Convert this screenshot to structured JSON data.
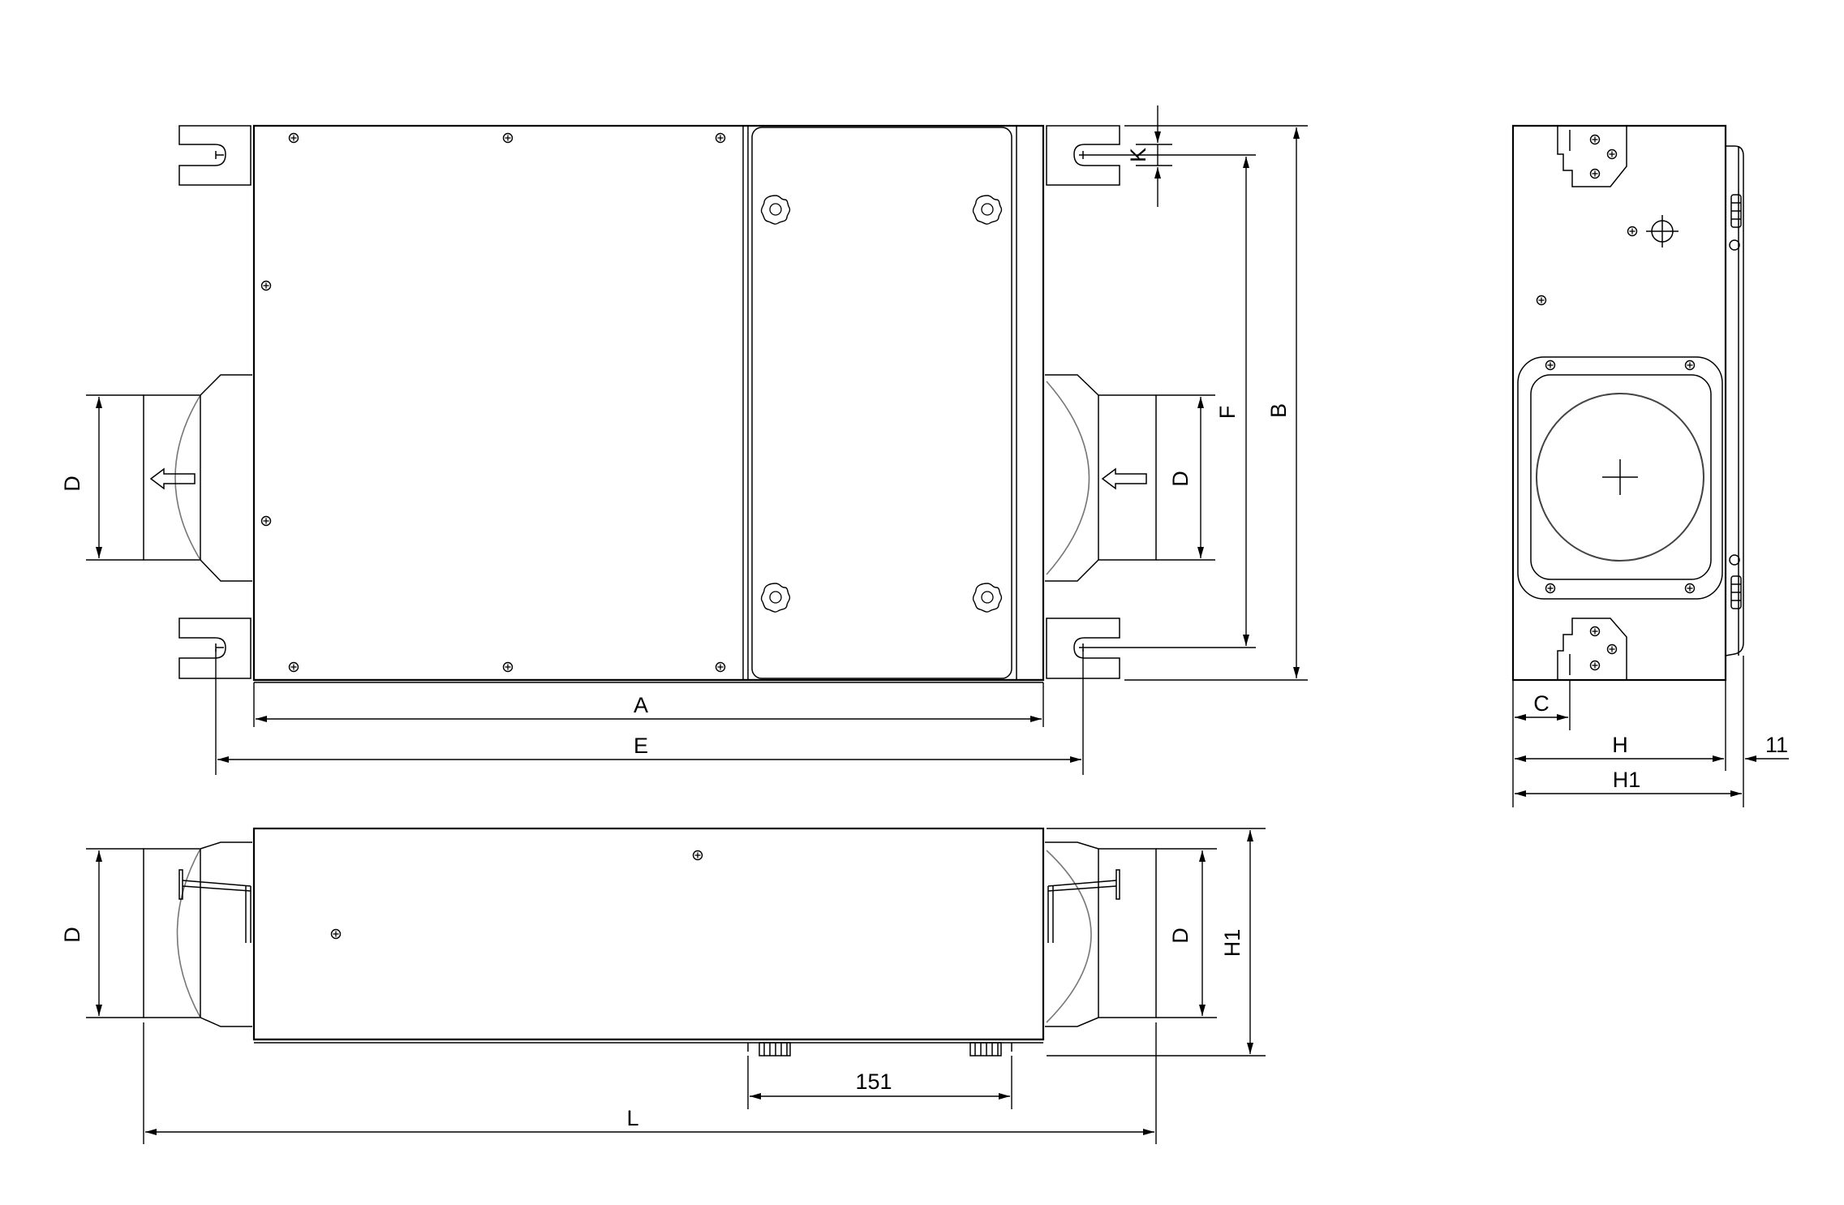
{
  "drawing": {
    "dimensions": {
      "A": "A",
      "E": "E",
      "B": "B",
      "F": "F",
      "K": "K",
      "D_top_left": "D",
      "D_top_right": "D",
      "D_bottom_left": "D",
      "D_bottom_right": "D",
      "H1_side": "H1",
      "L": "L",
      "span_151": "151",
      "C": "C",
      "H": "H",
      "H1_end": "H1",
      "offset_11": "11"
    }
  }
}
